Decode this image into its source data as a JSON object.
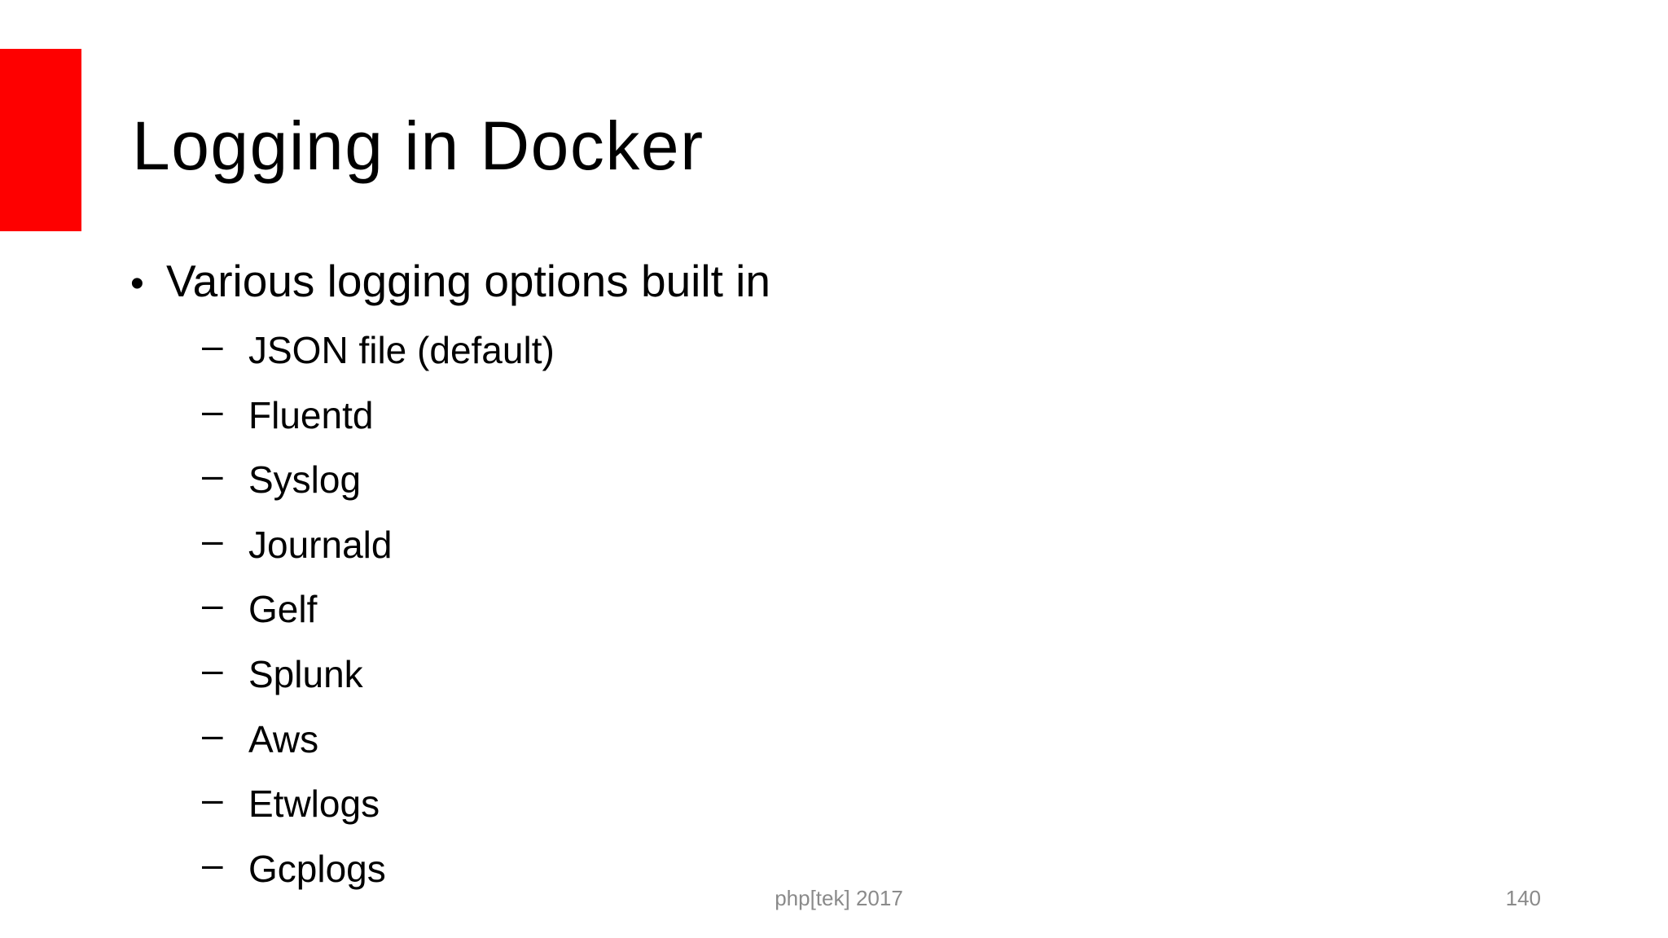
{
  "slide": {
    "title": "Logging in Docker",
    "bullet_char": "•",
    "sub_bullet_char": "–",
    "bullets": [
      {
        "text": "Various logging options built in",
        "sub_items": [
          "JSON file (default)",
          "Fluentd",
          "Syslog",
          "Journald",
          "Gelf",
          "Splunk",
          "Aws",
          "Etwlogs",
          "Gcplogs"
        ]
      }
    ],
    "footer": {
      "conference": "php[tek] 2017",
      "page_number": "140"
    },
    "colors": {
      "accent_red": "#fe0000",
      "text": "#000000",
      "footer_gray": "#8a8a8a"
    }
  }
}
